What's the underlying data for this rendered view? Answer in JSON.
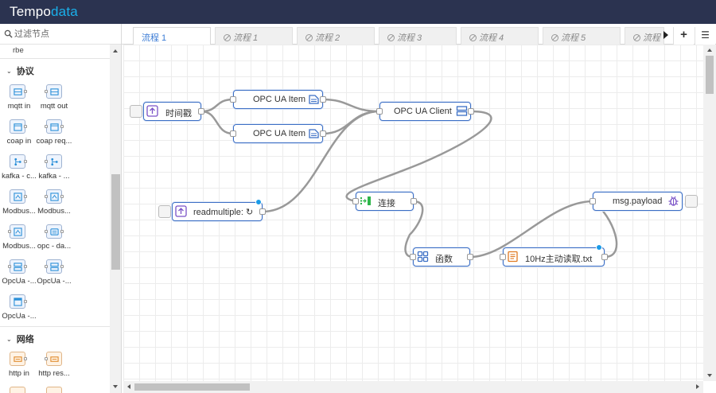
{
  "header": {
    "logo_part1": "Tempo",
    "logo_part2": "data"
  },
  "palette": {
    "filter_placeholder": "过滤节点",
    "truncated_top_label": "rbe",
    "categories": [
      {
        "title": "协议",
        "nodes": [
          {
            "label": "mqtt in",
            "icon": "mqtt-icon"
          },
          {
            "label": "mqtt out",
            "icon": "mqtt-icon"
          },
          {
            "label": "coap in",
            "icon": "calendar-icon"
          },
          {
            "label": "coap req...",
            "icon": "calendar-icon"
          },
          {
            "label": "kafka - c...",
            "icon": "network-tree-icon"
          },
          {
            "label": "kafka - ...",
            "icon": "network-tree-icon"
          },
          {
            "label": "Modbus...",
            "icon": "modbus-icon"
          },
          {
            "label": "Modbus...",
            "icon": "modbus-icon"
          },
          {
            "label": "Modbus...",
            "icon": "modbus-icon"
          },
          {
            "label": "opc - da...",
            "icon": "opc-icon"
          },
          {
            "label": "OpcUa -...",
            "icon": "server-icon"
          },
          {
            "label": "OpcUa -...",
            "icon": "server-icon"
          },
          {
            "label": "OpcUa -...",
            "icon": "window-icon"
          }
        ]
      },
      {
        "title": "网络",
        "nodes": [
          {
            "label": "http in",
            "icon": "http-icon"
          },
          {
            "label": "http res...",
            "icon": "http-icon"
          }
        ]
      }
    ]
  },
  "tabs": [
    {
      "label": "流程 1",
      "active": true,
      "disabled": false
    },
    {
      "label": "流程 1",
      "active": false,
      "disabled": true
    },
    {
      "label": "流程 2",
      "active": false,
      "disabled": true
    },
    {
      "label": "流程 3",
      "active": false,
      "disabled": true
    },
    {
      "label": "流程 4",
      "active": false,
      "disabled": true
    },
    {
      "label": "流程 5",
      "active": false,
      "disabled": true
    },
    {
      "label": "流程",
      "active": false,
      "disabled": true
    }
  ],
  "tab_actions": {
    "add": "+",
    "list": "☰"
  },
  "flow": {
    "nodes": {
      "inject_time": {
        "label": "时间戳",
        "icon": "upload-arrow-icon"
      },
      "opcua_item_1": {
        "label": "OPC UA Item",
        "icon": "opc-item-icon"
      },
      "opcua_item_2": {
        "label": "OPC UA Item",
        "icon": "opc-item-icon"
      },
      "opcua_client": {
        "label": "OPC UA Client",
        "icon": "server-icon"
      },
      "inject_read": {
        "label": "readmultiple: ↻",
        "icon": "upload-arrow-icon"
      },
      "join": {
        "label": "连接",
        "icon": "join-icon"
      },
      "function": {
        "label": "函数",
        "icon": "function-grid-icon"
      },
      "file": {
        "label": "10Hz主动读取.txt",
        "icon": "file-icon"
      },
      "debug": {
        "label": "msg.payload",
        "icon": "bug-icon"
      }
    }
  },
  "colors": {
    "header_bg": "#2b3350",
    "accent_blue": "#1ab0ea",
    "node_border": "#3c6fc5",
    "wire": "#999999",
    "status_dot": "#1a9be8"
  }
}
